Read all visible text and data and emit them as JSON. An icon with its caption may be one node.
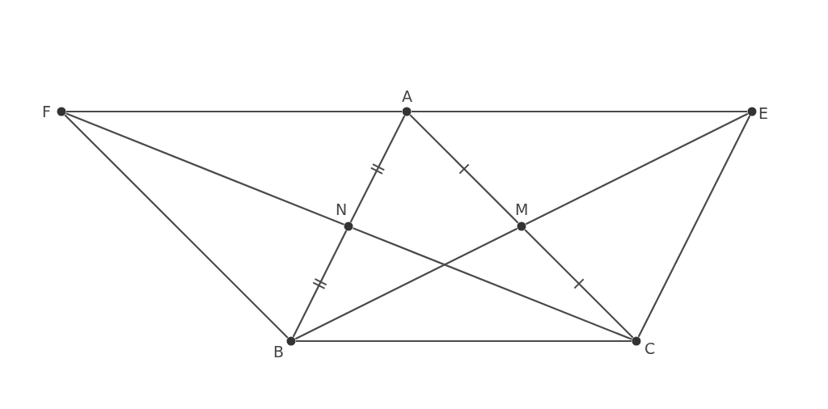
{
  "diagram": {
    "nodes": [
      {
        "text": [
          "F"
        ]
      },
      {
        "text": [
          "A"
        ]
      },
      {
        "text": [
          "E"
        ]
      },
      {
        "text": [
          "N"
        ]
      },
      {
        "text": [
          "M"
        ]
      },
      {
        "text": [
          "B"
        ]
      },
      {
        "text": [
          "C"
        ]
      }
    ],
    "edges": [
      {
        "from": 0,
        "to": 1,
        "arrow": "none"
      },
      {
        "from": 1,
        "to": 2,
        "arrow": "none"
      },
      {
        "from": 1,
        "to": 3,
        "arrow": "none"
      },
      {
        "from": 3,
        "to": 5,
        "arrow": "none"
      },
      {
        "from": 1,
        "to": 4,
        "arrow": "none"
      },
      {
        "from": 4,
        "to": 6,
        "arrow": "none"
      },
      {
        "from": 0,
        "to": 3,
        "arrow": "none"
      },
      {
        "from": 3,
        "to": 6,
        "arrow": "none"
      },
      {
        "from": 2,
        "to": 4,
        "arrow": "none"
      },
      {
        "from": 4,
        "to": 5,
        "arrow": "none"
      },
      {
        "from": 0,
        "to": 5,
        "arrow": "none"
      },
      {
        "from": 2,
        "to": 6,
        "arrow": "none"
      },
      {
        "from": 5,
        "to": 6,
        "arrow": "none"
      }
    ]
  }
}
